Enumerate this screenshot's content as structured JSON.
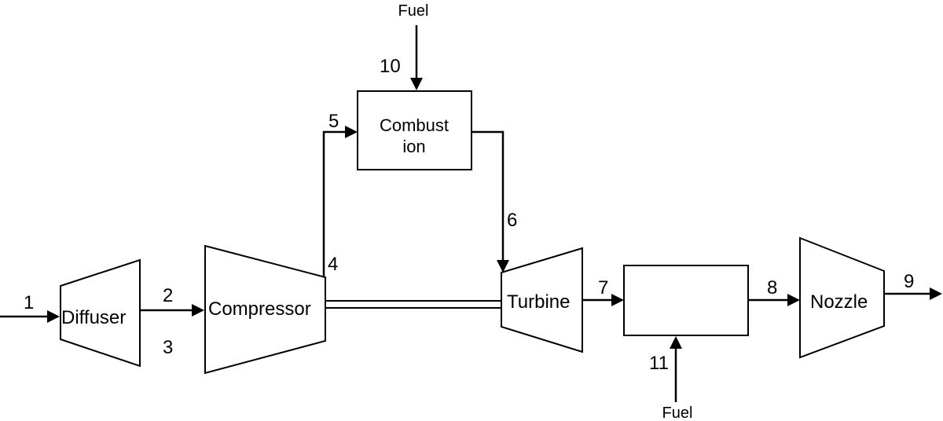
{
  "components": {
    "diffuser": "Diffuser",
    "compressor": "Compressor",
    "combustion_line1": "Combust",
    "combustion_line2": "ion",
    "turbine": "Turbine",
    "afterburner": "",
    "nozzle": "Nozzle"
  },
  "stations": {
    "s1": "1",
    "s2": "2",
    "s3": "3",
    "s4": "4",
    "s5": "5",
    "s6": "6",
    "s7": "7",
    "s8": "8",
    "s9": "9",
    "s10": "10",
    "s11": "11"
  },
  "fuel": {
    "top": "Fuel",
    "bottom": "Fuel"
  }
}
